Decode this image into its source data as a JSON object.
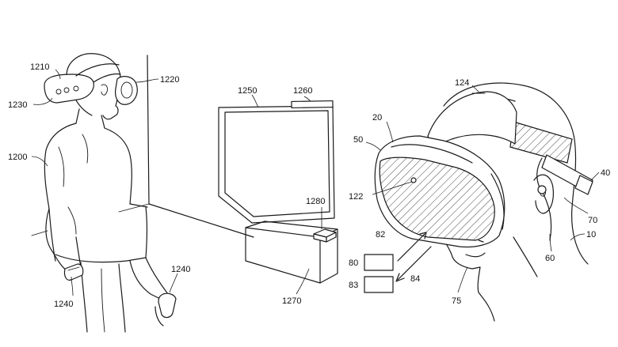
{
  "labels": {
    "l1210": "1210",
    "l1220": "1220",
    "l1230": "1230",
    "l1200": "1200",
    "l1240a": "1240",
    "l1240b": "1240",
    "l1250": "1250",
    "l1260": "1260",
    "l1280": "1280",
    "l1270": "1270",
    "l124": "124",
    "l20": "20",
    "l50": "50",
    "l40": "40",
    "l122": "122",
    "l70": "70",
    "l10": "10",
    "l60": "60",
    "l82": "82",
    "l80": "80",
    "l83": "83",
    "l84": "84",
    "l75": "75"
  },
  "colors": {
    "line": "#1a1a1a",
    "background": "#ffffff"
  }
}
